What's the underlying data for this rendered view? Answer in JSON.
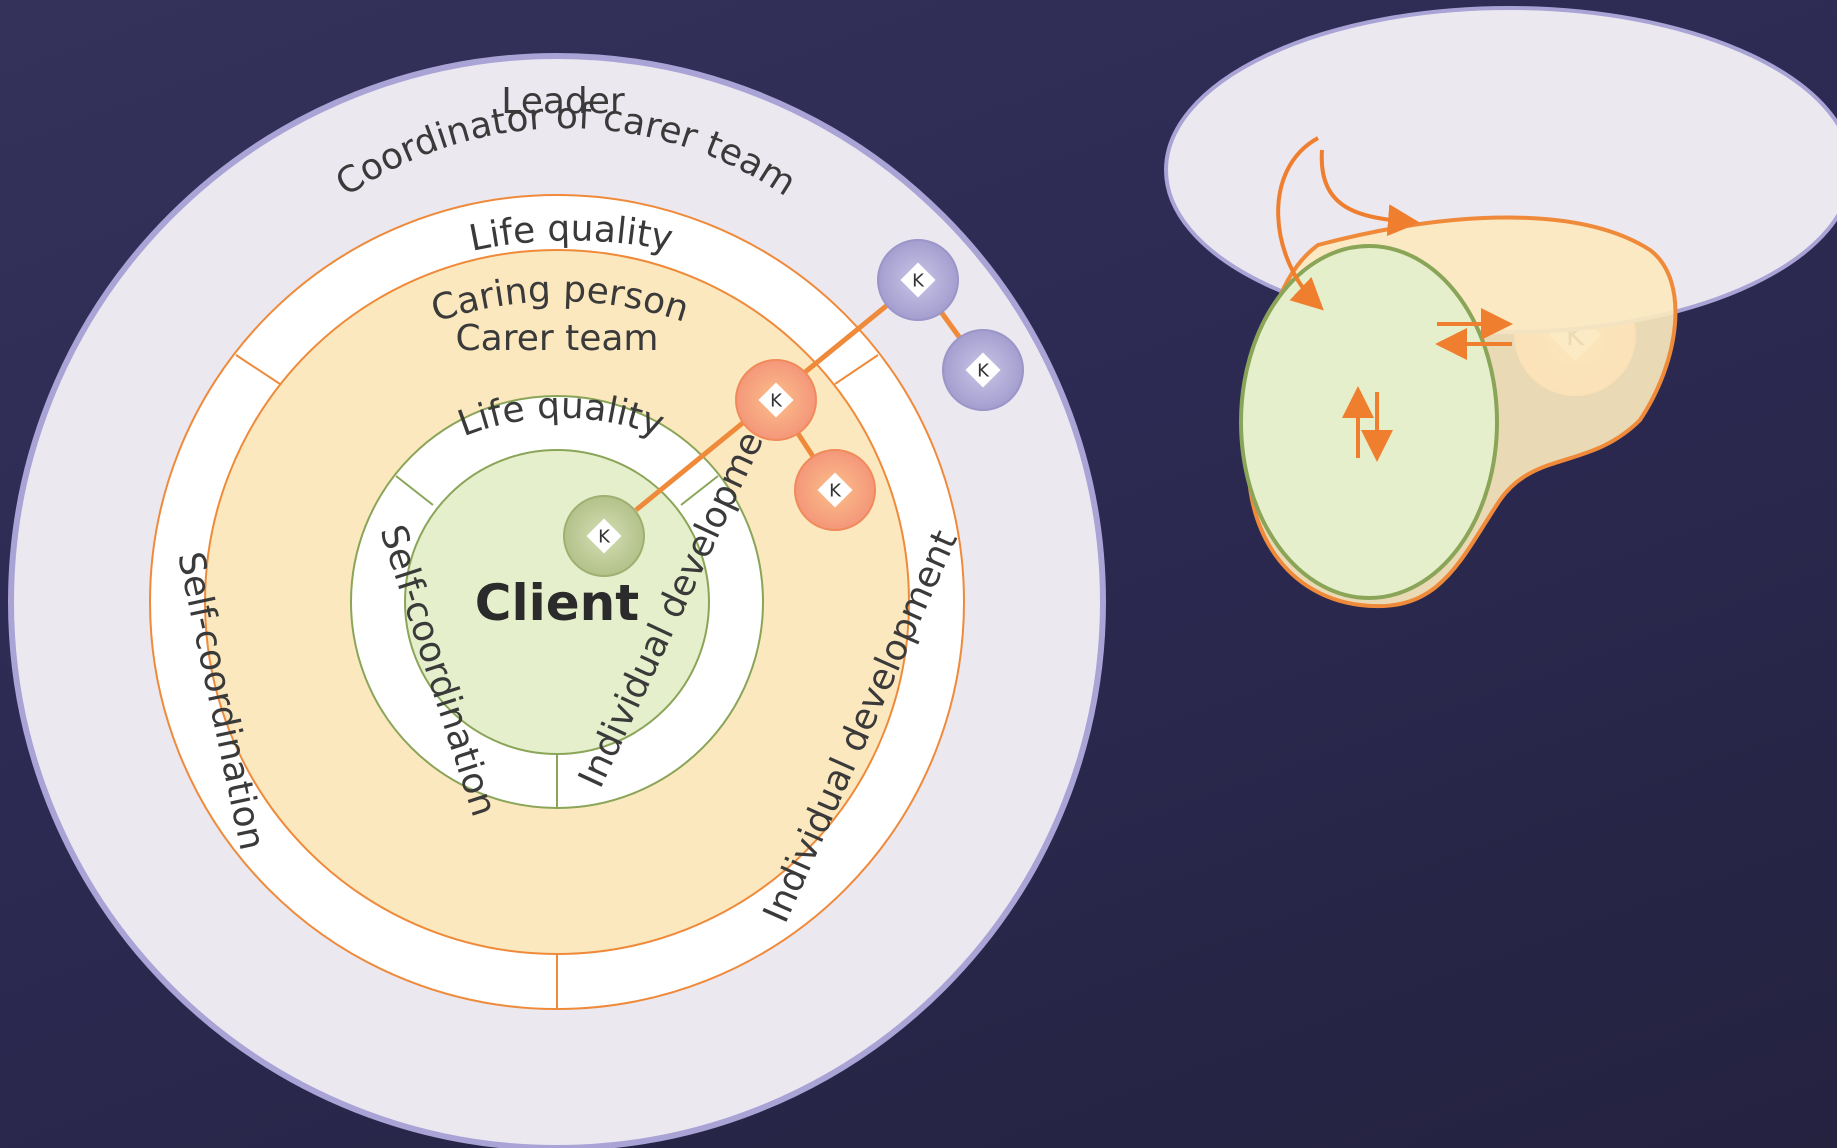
{
  "diagram": {
    "outer_ring": {
      "line1": "Leader",
      "line2": "Coordinator of carer team"
    },
    "middle_ring": {
      "top": "Life quality",
      "left": "Self-coordination",
      "right": "Individual development",
      "center_line1": "Caring person",
      "center_line2": "Carer team"
    },
    "inner_ring": {
      "top": "Life quality",
      "left": "Self-coordination",
      "right": "Individual development"
    },
    "center": "Client",
    "node_letter": "K"
  },
  "colors": {
    "background": "#2e2c52",
    "leader": "#ebe8f0",
    "leader_border": "#a9a3d6",
    "carer": "#fbe8be",
    "carer_border": "#ef8a3a",
    "client": "#e6efcb",
    "client_border": "#8aa558",
    "band": "#ffffff"
  },
  "nodes": [
    {
      "id": "leader-node",
      "role": "leader"
    },
    {
      "id": "leader-node-2",
      "role": "leader"
    },
    {
      "id": "carer-node",
      "role": "carer"
    },
    {
      "id": "carer-node-2",
      "role": "carer"
    },
    {
      "id": "client-node",
      "role": "client"
    }
  ],
  "right_panel_nodes": [
    {
      "id": "rp-leader",
      "role": "leader"
    },
    {
      "id": "rp-carer-1",
      "role": "carer"
    },
    {
      "id": "rp-carer-2",
      "role": "carer"
    },
    {
      "id": "rp-client",
      "role": "client"
    }
  ]
}
